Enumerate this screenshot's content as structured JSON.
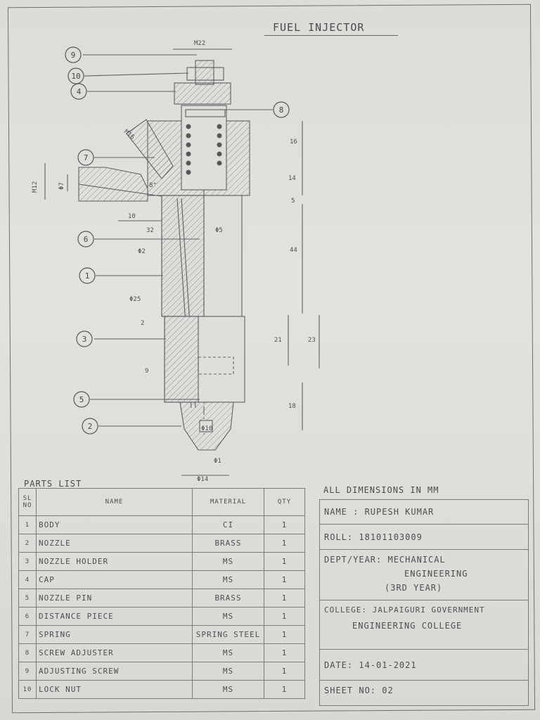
{
  "title": "FUEL INJECTOR",
  "callouts": [
    "9",
    "10",
    "4",
    "8",
    "7",
    "6",
    "1",
    "3",
    "5",
    "2"
  ],
  "dimensions": {
    "m22": "M22",
    "m16": "M16",
    "m12": "M12",
    "d7": "Φ7",
    "d5": "Φ5",
    "d2": "Φ2",
    "d25": "Φ25",
    "d14": "Φ14",
    "d10": "Φ10",
    "d1": "Φ1",
    "deg": "8°",
    "v10": "10",
    "v32": "32",
    "v16": "16",
    "v14": "14",
    "v5": "5",
    "v44": "44",
    "v21": "21",
    "v23": "23",
    "v18": "18",
    "v2": "2",
    "v9": "9"
  },
  "parts_list": {
    "heading": "PARTS LIST",
    "columns": [
      "SL NO",
      "NAME",
      "MATERIAL",
      "QTY"
    ],
    "rows": [
      {
        "no": "1",
        "name": "BODY",
        "material": "CI",
        "qty": "1"
      },
      {
        "no": "2",
        "name": "NOZZLE",
        "material": "BRASS",
        "qty": "1"
      },
      {
        "no": "3",
        "name": "NOZZLE HOLDER",
        "material": "MS",
        "qty": "1"
      },
      {
        "no": "4",
        "name": "CAP",
        "material": "MS",
        "qty": "1"
      },
      {
        "no": "5",
        "name": "NOZZLE PIN",
        "material": "BRASS",
        "qty": "1"
      },
      {
        "no": "6",
        "name": "DISTANCE PIECE",
        "material": "MS",
        "qty": "1"
      },
      {
        "no": "7",
        "name": "SPRING",
        "material": "SPRING STEEL",
        "qty": "1"
      },
      {
        "no": "8",
        "name": "SCREW ADJUSTER",
        "material": "MS",
        "qty": "1"
      },
      {
        "no": "9",
        "name": "ADJUSTING SCREW",
        "material": "MS",
        "qty": "1"
      },
      {
        "no": "10",
        "name": "LOCK NUT",
        "material": "MS",
        "qty": "1"
      }
    ]
  },
  "info": {
    "heading": "ALL DIMENSIONS IN MM",
    "name": "NAME : RUPESH KUMAR",
    "roll": "ROLL: 18101103009",
    "dept_line1": "DEPT/YEAR: MECHANICAL",
    "dept_line2": "ENGINEERING",
    "dept_line3": "(3RD YEAR)",
    "college_line1": "COLLEGE: JALPAIGURI GOVERNMENT",
    "college_line2": "ENGINEERING COLLEGE",
    "date": "DATE: 14-01-2021",
    "sheet": "SHEET NO: 02"
  }
}
